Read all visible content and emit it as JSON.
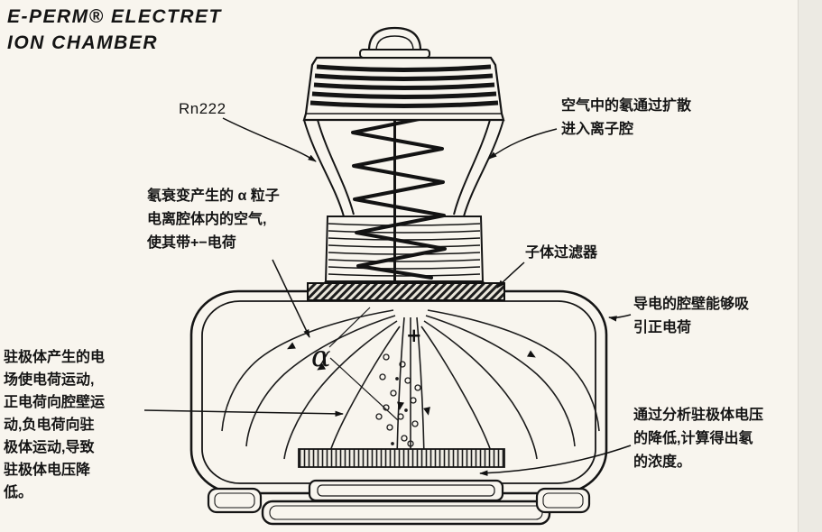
{
  "title": {
    "line1": "E-PERM® ELECTRET",
    "line2": "ION CHAMBER"
  },
  "labels": {
    "rn222": "Rn222",
    "radon_entry": {
      "lines": [
        "空气中的氡通过扩散",
        "进入离子腔"
      ]
    },
    "alpha_ionization": {
      "lines": [
        "氡衰变产生的 α 粒子",
        "电离腔体内的空气,",
        "使其带+−电荷"
      ]
    },
    "progeny_filter": "子体过滤器",
    "conductive_wall": {
      "lines": [
        "导电的腔壁能够吸",
        "引正电荷"
      ]
    },
    "electret_field": {
      "lines": [
        "驻极体产生的电",
        "场使电荷运动,",
        "正电荷向腔壁运",
        "动,负电荷向驻",
        "极体运动,导致",
        "驻极体电压降",
        "低。"
      ]
    },
    "voltage_analysis": {
      "lines": [
        "通过分析驻极体电压",
        "的降低,计算得出氡",
        "的浓度。"
      ]
    }
  },
  "diagram": {
    "alpha_symbol": "α",
    "plus_symbol": "+"
  }
}
